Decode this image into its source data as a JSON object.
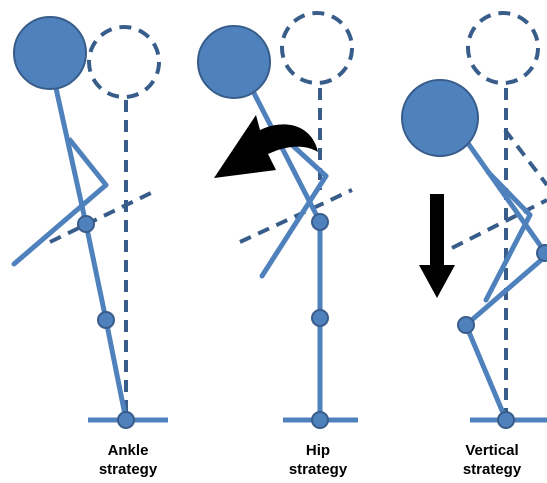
{
  "colors": {
    "figure": "#4F81BD",
    "figure_dark": "#385D8A",
    "arrow": "#000000",
    "background": "#FFFFFF"
  },
  "panels": [
    {
      "id": "ankle",
      "caption_line1": "Ankle",
      "caption_line2": "strategy",
      "arrow": "none"
    },
    {
      "id": "hip",
      "caption_line1": "Hip",
      "caption_line2": "strategy",
      "arrow": "curved-left-arrow"
    },
    {
      "id": "vertical",
      "caption_line1": "Vertical",
      "caption_line2": "strategy",
      "arrow": "down-arrow"
    }
  ]
}
